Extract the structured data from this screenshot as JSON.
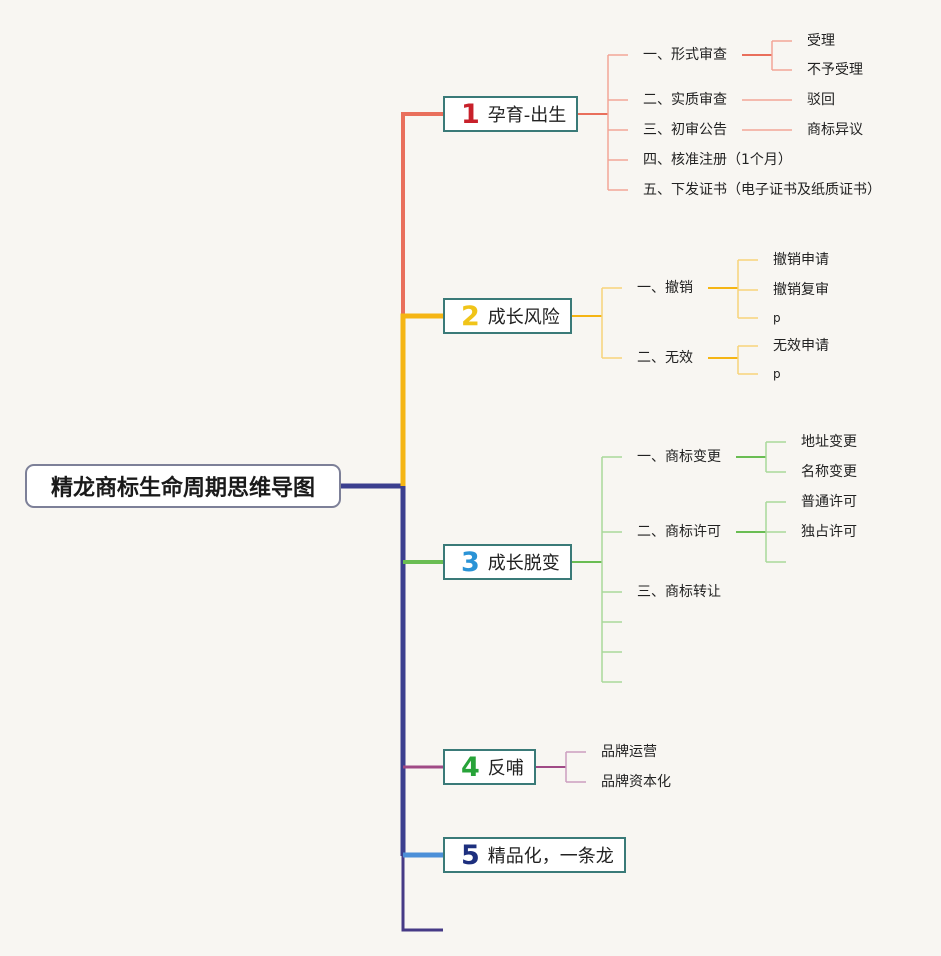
{
  "root": {
    "title": "精龙商标生命周期思维导图"
  },
  "branches": [
    {
      "num": "1",
      "label": "孕育-出生",
      "color": "#e96f5c",
      "num_color": "#c8202a",
      "items": [
        "一、形式审查",
        "受理",
        "不予受理",
        "二、实质审查",
        "驳回",
        "三、初审公告",
        "商标异议",
        "四、核准注册（1个月）",
        "五、下发证书（电子证书及纸质证书）"
      ]
    },
    {
      "num": "2",
      "label": "成长风险",
      "color": "#f5b514",
      "num_color": "#f0c419",
      "items": [
        "一、撤销",
        "撤销申请",
        "撤销复审",
        "p",
        "二、无效",
        "无效申请",
        "p"
      ]
    },
    {
      "num": "3",
      "label": "成长脱变",
      "color": "#6abd53",
      "num_color": "#2a93d6",
      "items": [
        "一、商标变更",
        "地址变更",
        "名称变更",
        "二、商标许可",
        "普通许可",
        "独占许可",
        "三、商标转让"
      ]
    },
    {
      "num": "4",
      "label": "反哺",
      "color": "#a04a86",
      "num_color": "#27a338",
      "items": [
        "品牌运营",
        "品牌资本化"
      ]
    },
    {
      "num": "5",
      "label": "精品化，一条龙",
      "color": "#4c8fd8",
      "num_color": "#1d2f7e",
      "items": []
    }
  ],
  "colors": {
    "trunk": "#3b3f8f",
    "background": "#f8f6f2"
  }
}
